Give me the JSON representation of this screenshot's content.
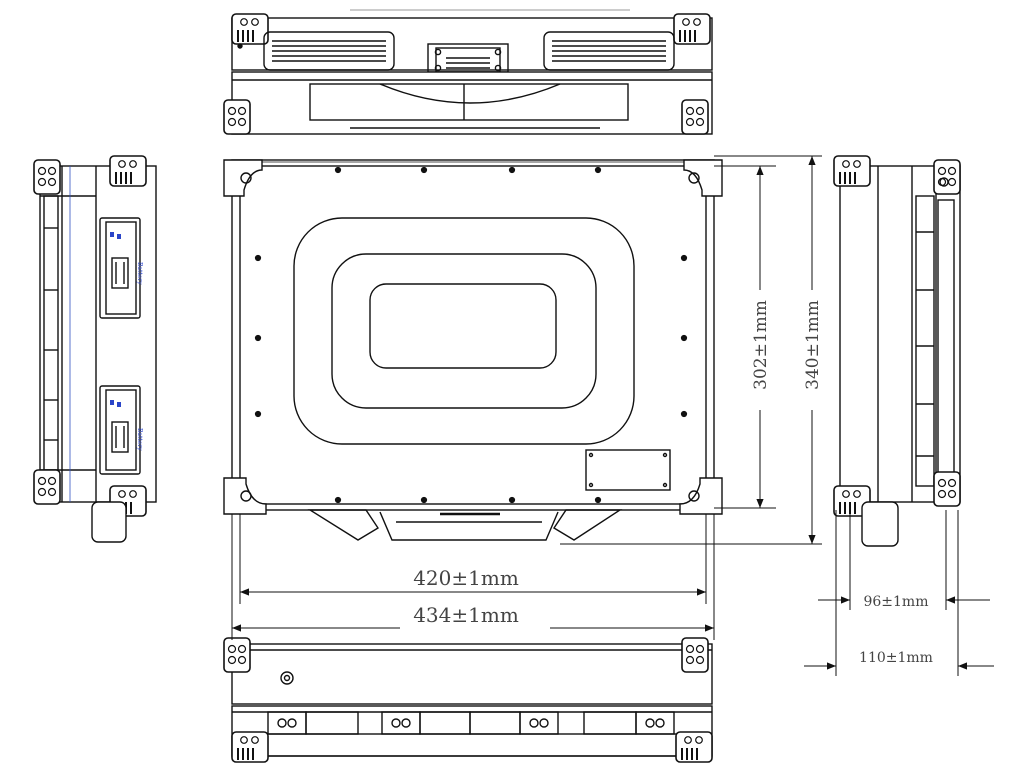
{
  "dimensions": {
    "inner_width": "420±1mm",
    "outer_width": "434±1mm",
    "inner_height": "302±1mm",
    "outer_height": "340±1mm",
    "inner_depth": "96±1mm",
    "outer_depth": "110±1mm"
  },
  "side_module_label": "Battery",
  "colors": {
    "line": "#1a1a1a",
    "accent": "#2b45c8",
    "dimension_text": "#444444"
  }
}
